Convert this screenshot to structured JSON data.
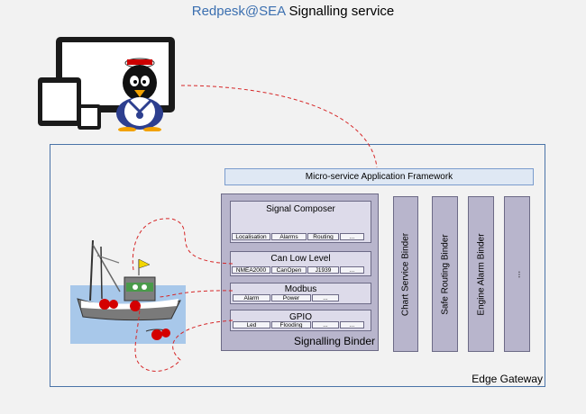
{
  "title": {
    "brand": "Redpesk@SEA",
    "rest": " Signalling service"
  },
  "edge_gateway": "Edge Gateway",
  "framework": "Micro-service Application Framework",
  "signalling_binder": {
    "label": "Signalling Binder",
    "signal_composer": {
      "title": "Signal Composer",
      "chips": [
        "Localisation",
        "Alarms",
        "Routing",
        "..."
      ]
    },
    "can_low_level": {
      "title": "Can Low Level",
      "chips": [
        "NMEA2000",
        "CanOpen",
        "J1939",
        "..."
      ]
    },
    "modbus": {
      "title": "Modbus",
      "chips": [
        "Alarm",
        "Power",
        "..."
      ]
    },
    "gpio": {
      "title": "GPIO",
      "chips": [
        "Led",
        "Flooding",
        "...",
        "..."
      ]
    }
  },
  "binders": [
    "Chart Service Binder",
    "Safe Routing Binder",
    "Engine Alarm Binder",
    "..."
  ],
  "colors": {
    "brand": "#3b6fb0",
    "binder_fill": "#b8b5cc",
    "link": "#d62728"
  },
  "icons": [
    "devices-icon",
    "tux-sailor-icon",
    "fishing-boat-icon"
  ]
}
